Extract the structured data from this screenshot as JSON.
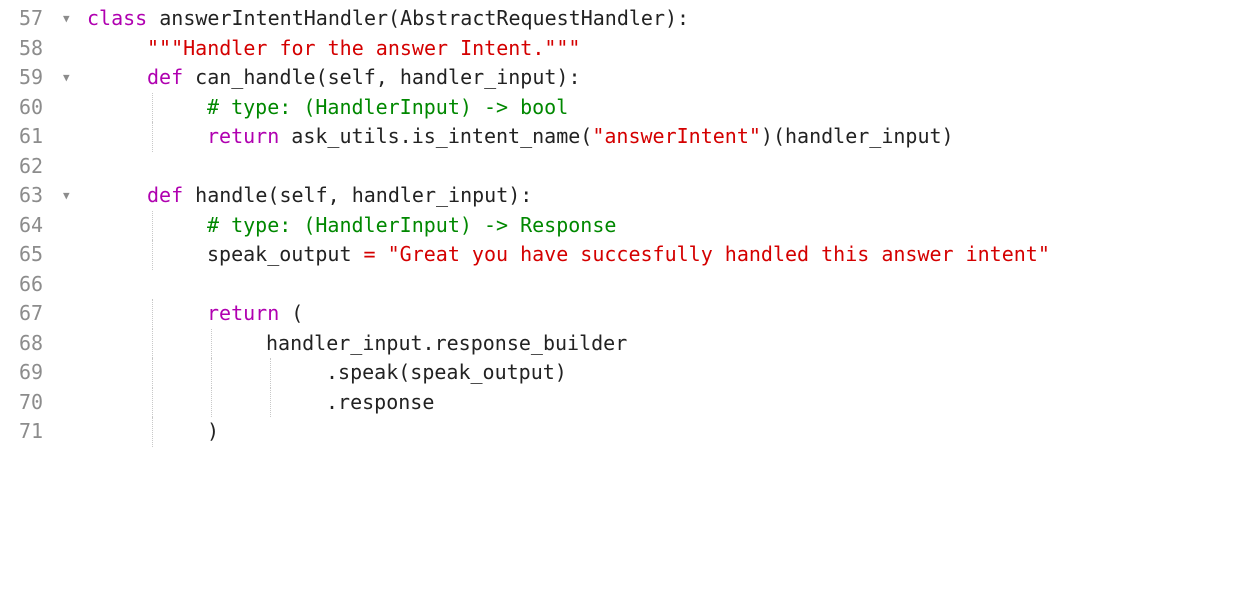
{
  "editor": {
    "fold_glyph": "▼",
    "lines": [
      {
        "num": "57",
        "fold": true,
        "kw": "class",
        "text": " answerIntentHandler(AbstractRequestHandler):"
      },
      {
        "num": "58",
        "str": "\"\"\"Handler for the answer Intent.\"\"\""
      },
      {
        "num": "59",
        "fold": true,
        "kw": "def",
        "text": " can_handle(self, handler_input):"
      },
      {
        "num": "60",
        "comment": "# type: (HandlerInput) -> bool"
      },
      {
        "num": "61",
        "kw": "return",
        "pre": " ask_utils.is_intent_name(",
        "quote_open": "\"",
        "str": "answerIntent",
        "quote_close": "\"",
        "post": ")(handler_input)"
      },
      {
        "num": "62"
      },
      {
        "num": "63",
        "fold": true,
        "kw": "def",
        "text": " handle(self, handler_input):"
      },
      {
        "num": "64",
        "comment": "# type: (HandlerInput) -> Response"
      },
      {
        "num": "65",
        "pre": "speak_output ",
        "op": "=",
        "str": " \"Great you have succesfully handled this answer intent\""
      },
      {
        "num": "66"
      },
      {
        "num": "67",
        "kw": "return",
        "text": " ("
      },
      {
        "num": "68",
        "text": "handler_input.response_builder"
      },
      {
        "num": "69",
        "text": ".speak(speak_output)"
      },
      {
        "num": "70",
        "text": ".response"
      },
      {
        "num": "71",
        "text": ")"
      }
    ]
  }
}
